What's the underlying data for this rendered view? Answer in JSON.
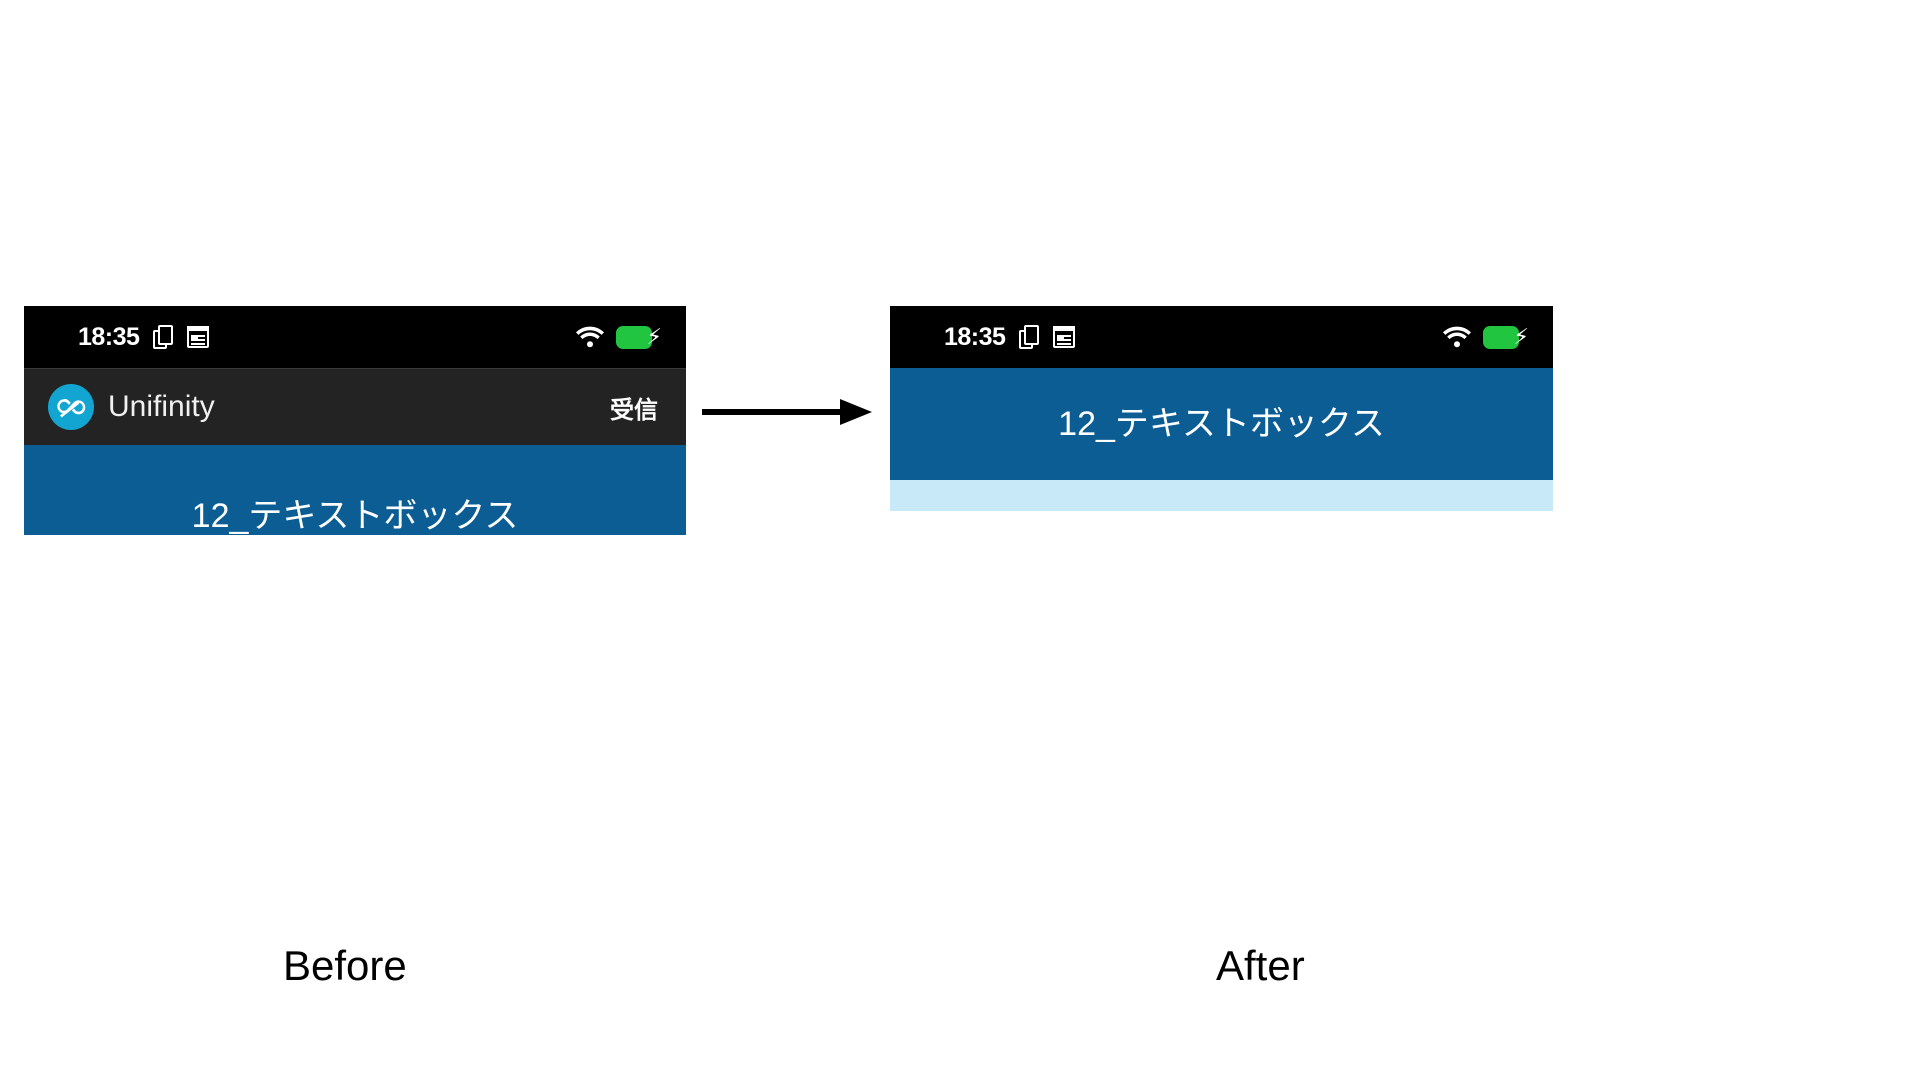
{
  "figure": {
    "captions": {
      "before": "Before",
      "after": "After"
    },
    "arrow_icon": "right-arrow-icon",
    "colors": {
      "status_bar_bg": "#000000",
      "app_bar_bg": "#232323",
      "header_blue": "#0B5D94",
      "content_light_blue": "#C8E9F8",
      "brand_cyan": "#12A5D1",
      "battery_green": "#22C540",
      "page_bg": "#FFFFFF",
      "caption_text": "#000000"
    }
  },
  "before": {
    "status_bar": {
      "clock": "18:35",
      "icons_left": [
        "pages-icon",
        "calendar-icon"
      ],
      "icons_right": [
        "wifi-icon",
        "battery-charging-icon"
      ]
    },
    "app_bar": {
      "logo_icon": "unifinity-logo-icon",
      "brand_name": "Unifinity",
      "action_label": "受信"
    },
    "header": {
      "title": "12_テキストボックス"
    }
  },
  "after": {
    "status_bar": {
      "clock": "18:35",
      "icons_left": [
        "pages-icon",
        "calendar-icon"
      ],
      "icons_right": [
        "wifi-icon",
        "battery-charging-icon"
      ]
    },
    "header": {
      "title": "12_テキストボックス"
    }
  }
}
